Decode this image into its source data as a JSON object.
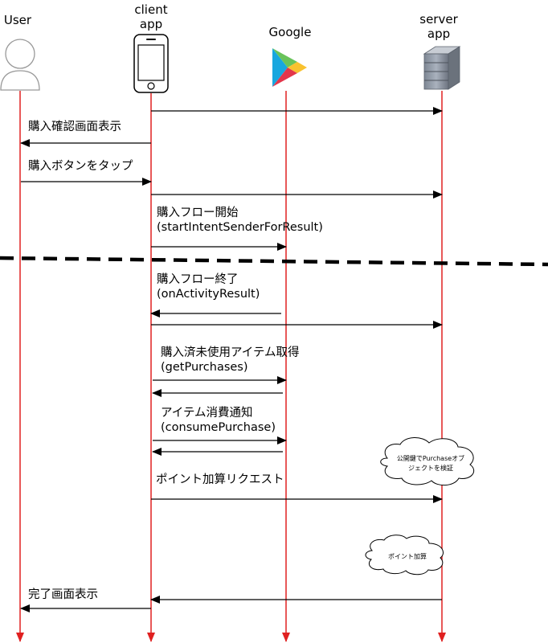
{
  "actors": {
    "user": "User",
    "client_line1": "client",
    "client_line2": "app",
    "google": "Google",
    "server_line1": "server",
    "server_line2": "app"
  },
  "messages": {
    "m1": "購入確認画面表示",
    "m2": "購入ボタンをタップ",
    "m3_line1": "購入フロー開始",
    "m3_line2": "(startIntentSenderForResult)",
    "m4_line1": "購入フロー終了",
    "m4_line2": "(onActivityResult)",
    "m5_line1": "購入済未使用アイテム取得",
    "m5_line2": "(getPurchases)",
    "m6_line1": "アイテム消費通知",
    "m6_line2": "(consumePurchase)",
    "m7": "ポイント加算リクエスト",
    "m8": "完了画面表示"
  },
  "notes": {
    "verify_line1": "公開鍵でPurchaseオブ",
    "verify_line2": "ジェクトを検証",
    "points": "ポイント加算"
  },
  "colors": {
    "lifeline": "#e02020",
    "arrow": "#000000"
  }
}
